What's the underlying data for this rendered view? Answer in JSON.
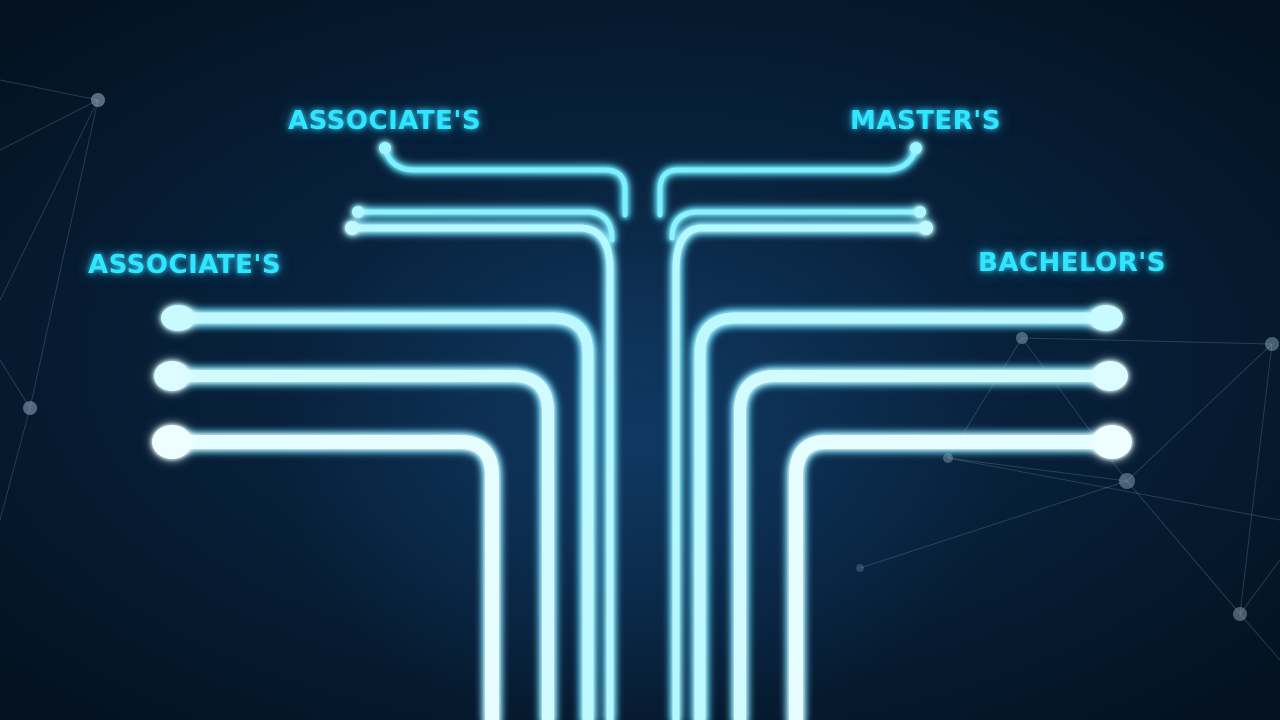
{
  "labels": {
    "associates_top": "ASSOCIATE'S",
    "masters": "MASTER'S",
    "associates_left": "ASSOCIATE'S",
    "bachelors": "BACHELOR'S"
  },
  "colors": {
    "background": "#061321",
    "line_glow": "#2fd8ff",
    "line_core": "#eaffff",
    "label": "#2fe6ff",
    "network": "#8aa3b8"
  },
  "icons": [
    "circuit-trace",
    "network-node"
  ]
}
